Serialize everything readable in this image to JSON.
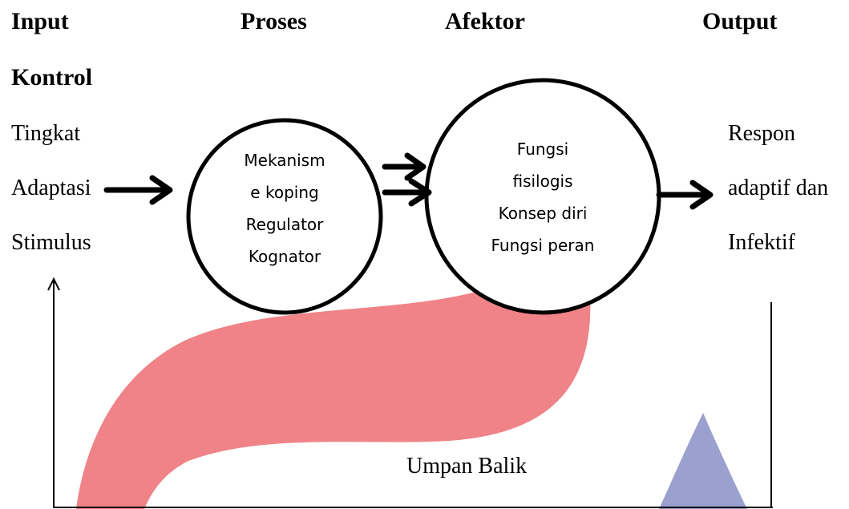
{
  "headers": {
    "input": "Input",
    "proses": "Proses",
    "afektor": "Afektor",
    "output": "Output",
    "kontrol": "Kontrol"
  },
  "input_labels": [
    "Tingkat",
    "Adaptasi",
    "Stimulus"
  ],
  "output_labels": [
    "Respon",
    "adaptif dan",
    "Infektif"
  ],
  "proses_circle": [
    "Mekanism",
    "e koping",
    "Regulator",
    "Kognator"
  ],
  "afektor_circle": [
    "Fungsi",
    "fisilogis",
    "Konsep diri",
    "Fungsi peran"
  ],
  "feedback_label": "Umpan Balik",
  "colors": {
    "red_shape": "#ef8387",
    "blue_shape": "#9ba1ce",
    "stroke": "#000000"
  }
}
